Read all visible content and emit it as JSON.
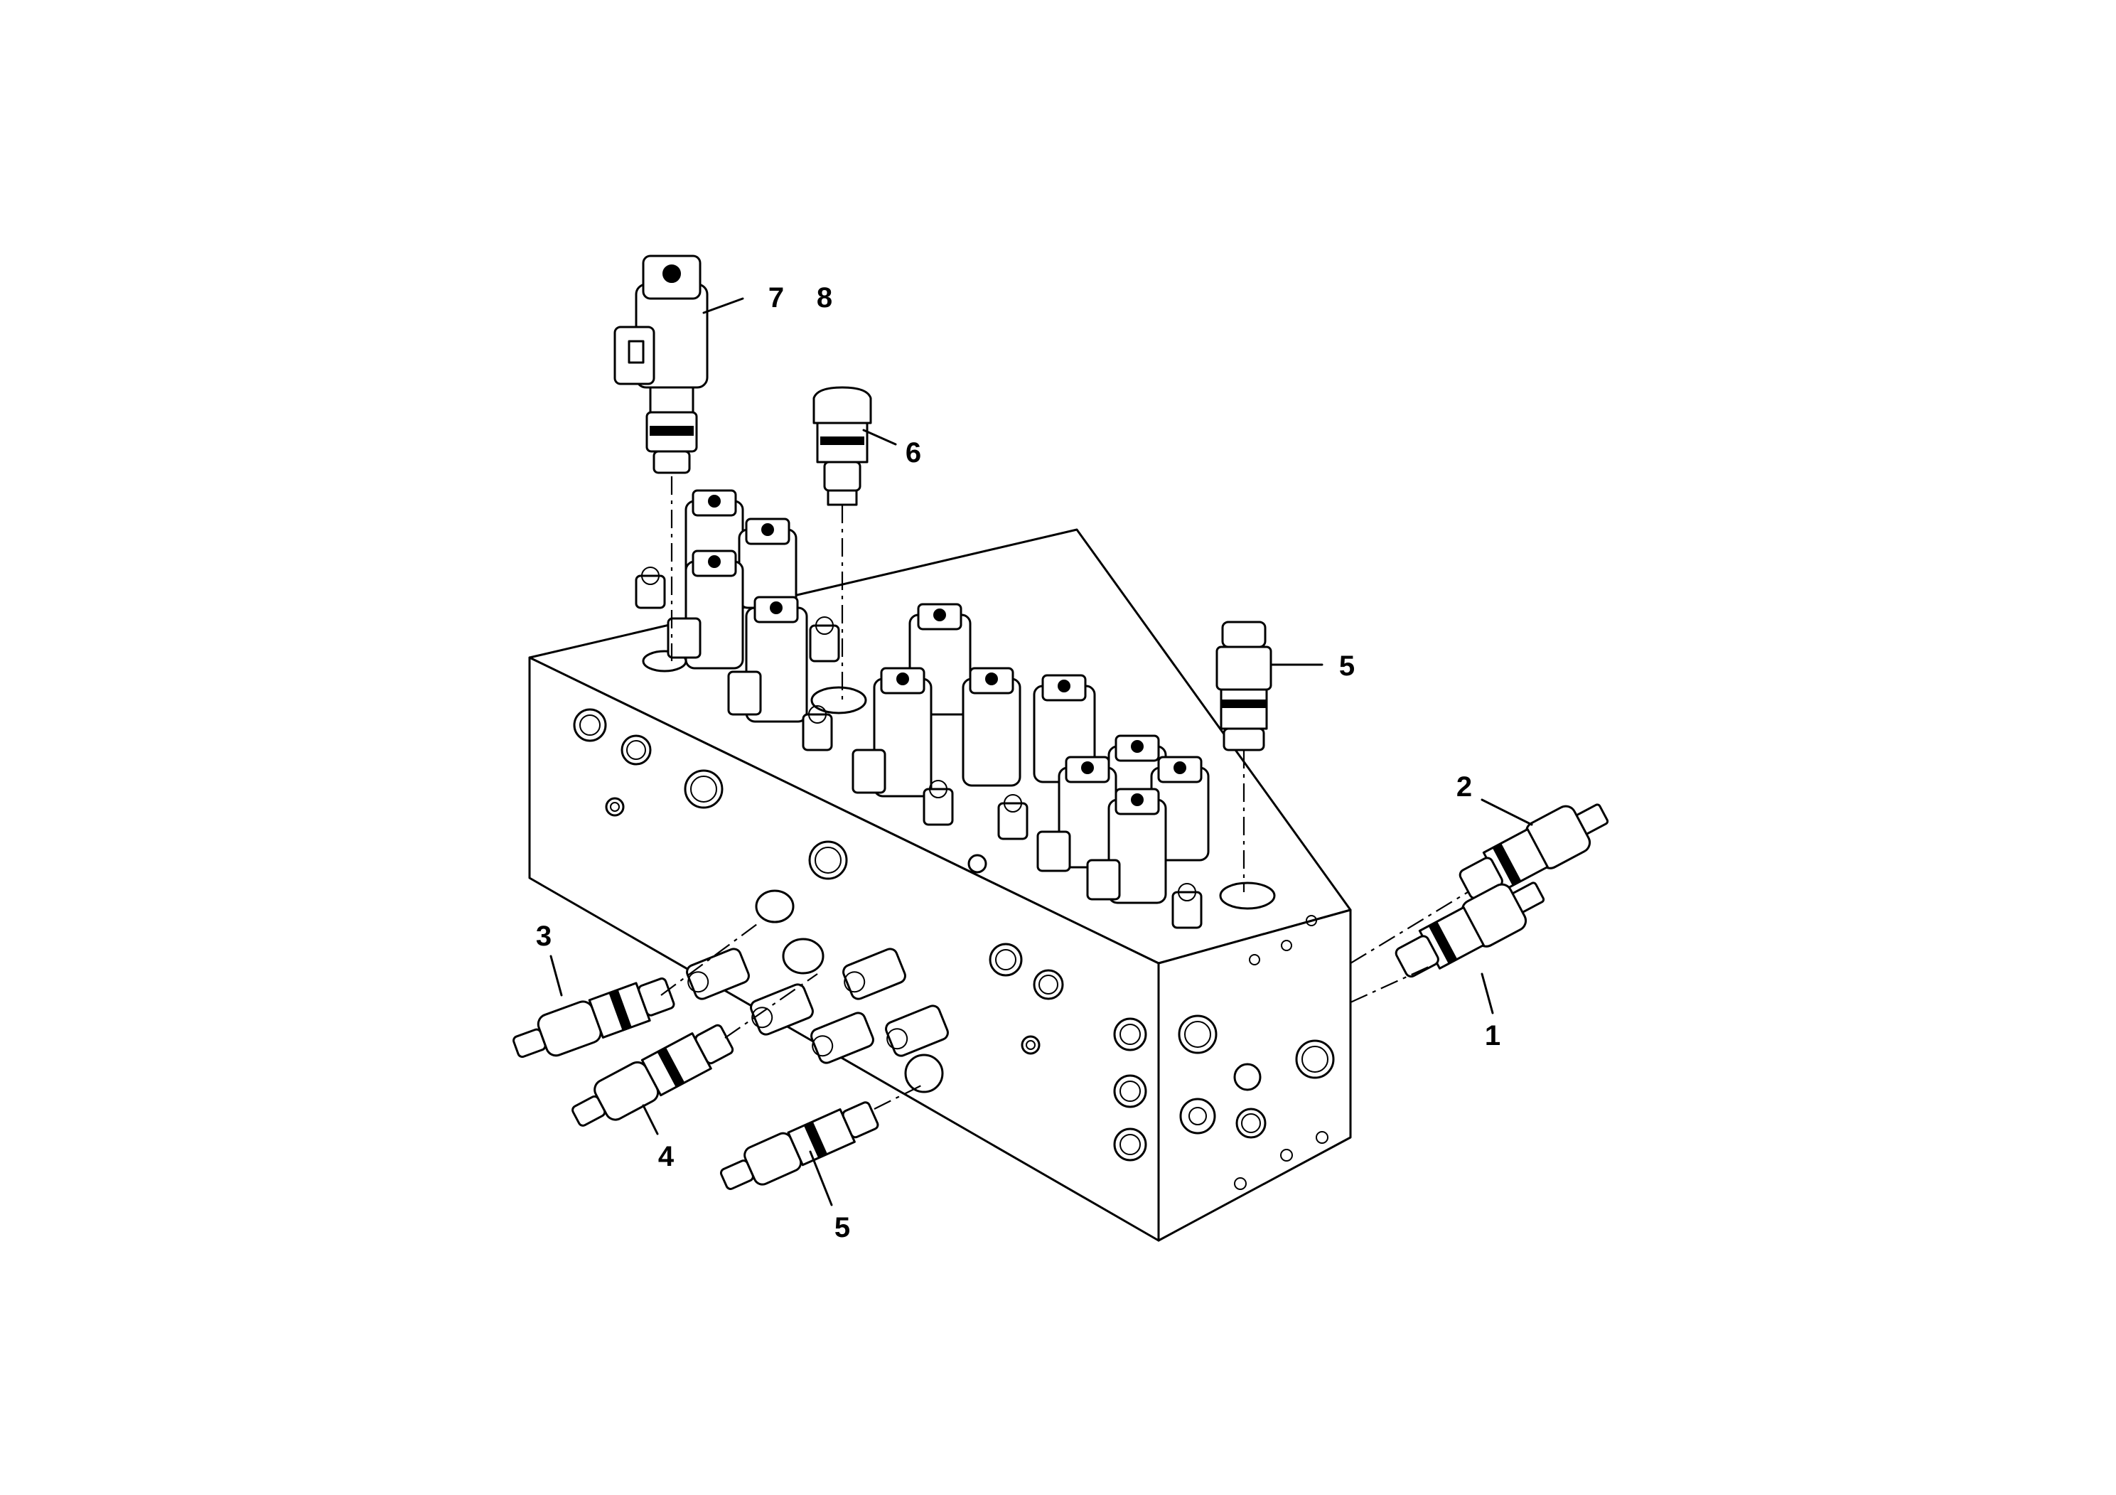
{
  "callouts": [
    {
      "id": "c1",
      "label": "1"
    },
    {
      "id": "c2",
      "label": "2"
    },
    {
      "id": "c3",
      "label": "3"
    },
    {
      "id": "c4",
      "label": "4"
    },
    {
      "id": "c5a",
      "label": "5"
    },
    {
      "id": "c5b",
      "label": "5"
    },
    {
      "id": "c6",
      "label": "6"
    },
    {
      "id": "c7",
      "label": "7"
    },
    {
      "id": "c8",
      "label": "8"
    }
  ],
  "colors": {
    "line": "#000000",
    "background": "#ffffff"
  }
}
